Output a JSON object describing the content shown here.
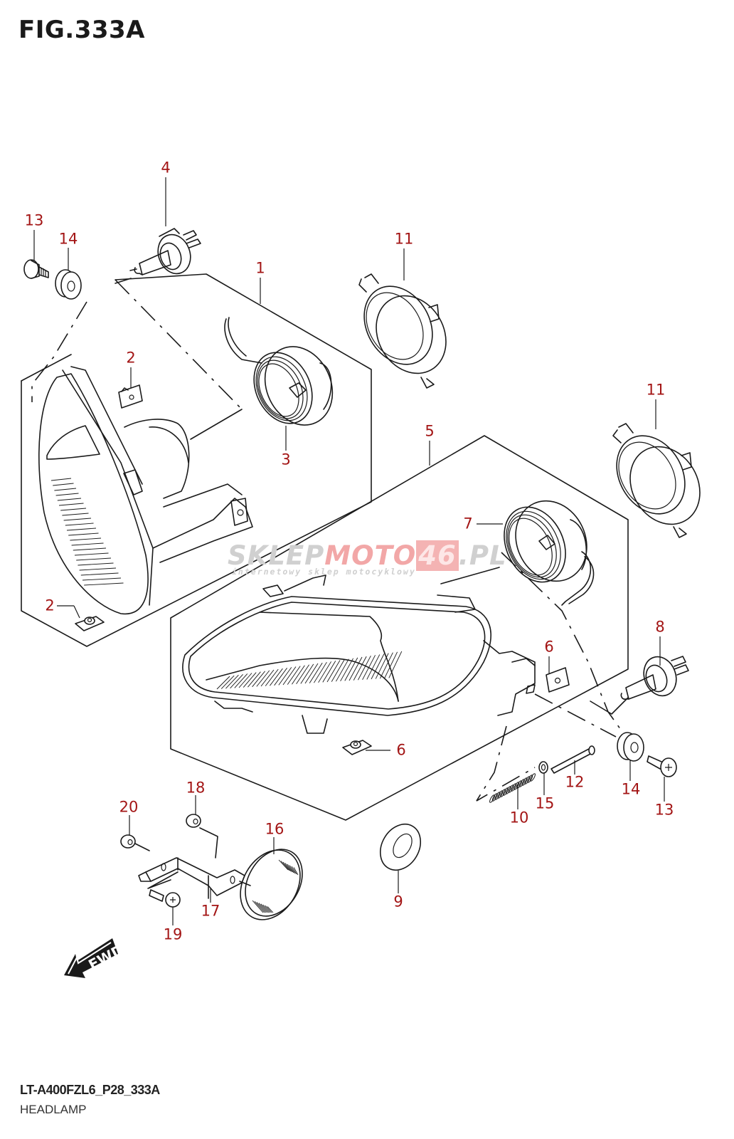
{
  "figure": {
    "title": "FIG.333A",
    "model_code": "LT-A400FZL6_P28_333A",
    "section_name": "HEADLAMP"
  },
  "watermark": {
    "part1": "SKLEP",
    "part2": "MOTO",
    "part3": "46",
    "part4": ".PL",
    "tagline": "internetowy sklep motocyklowy"
  },
  "direction_badge": {
    "label": "FWD",
    "icon": "arrow-down-left-icon"
  },
  "colors": {
    "callout": "#a31515",
    "line": "#1a1a1a",
    "watermark_red": "#f2a7a7",
    "watermark_gray": "#d0d0d0"
  },
  "callouts": [
    {
      "id": "c13a",
      "number": "13",
      "part": "bolt"
    },
    {
      "id": "c14a",
      "number": "14",
      "part": "cushion"
    },
    {
      "id": "c4",
      "number": "4",
      "part": "bulb"
    },
    {
      "id": "c1",
      "number": "1",
      "part": "headlamp assembly, right"
    },
    {
      "id": "c11a",
      "number": "11",
      "part": "cover ring"
    },
    {
      "id": "c2a",
      "number": "2",
      "part": "nut clip"
    },
    {
      "id": "c3",
      "number": "3",
      "part": "socket cover"
    },
    {
      "id": "c2b",
      "number": "2",
      "part": "nut clip"
    },
    {
      "id": "c11b",
      "number": "11",
      "part": "cover ring"
    },
    {
      "id": "c5",
      "number": "5",
      "part": "headlamp assembly, left"
    },
    {
      "id": "c7",
      "number": "7",
      "part": "socket cover"
    },
    {
      "id": "c8",
      "number": "8",
      "part": "bulb"
    },
    {
      "id": "c6a",
      "number": "6",
      "part": "nut clip"
    },
    {
      "id": "c6b",
      "number": "6",
      "part": "nut clip"
    },
    {
      "id": "c12",
      "number": "12",
      "part": "adjusting screw"
    },
    {
      "id": "c14b",
      "number": "14",
      "part": "cushion"
    },
    {
      "id": "c13b",
      "number": "13",
      "part": "bolt"
    },
    {
      "id": "c10",
      "number": "10",
      "part": "spring"
    },
    {
      "id": "c15",
      "number": "15",
      "part": "washer"
    },
    {
      "id": "c18",
      "number": "18",
      "part": "nut"
    },
    {
      "id": "c20",
      "number": "20",
      "part": "nut"
    },
    {
      "id": "c16",
      "number": "16",
      "part": "reflector"
    },
    {
      "id": "c9",
      "number": "9",
      "part": "grommet"
    },
    {
      "id": "c17",
      "number": "17",
      "part": "bracket"
    },
    {
      "id": "c19",
      "number": "19",
      "part": "screw"
    }
  ]
}
